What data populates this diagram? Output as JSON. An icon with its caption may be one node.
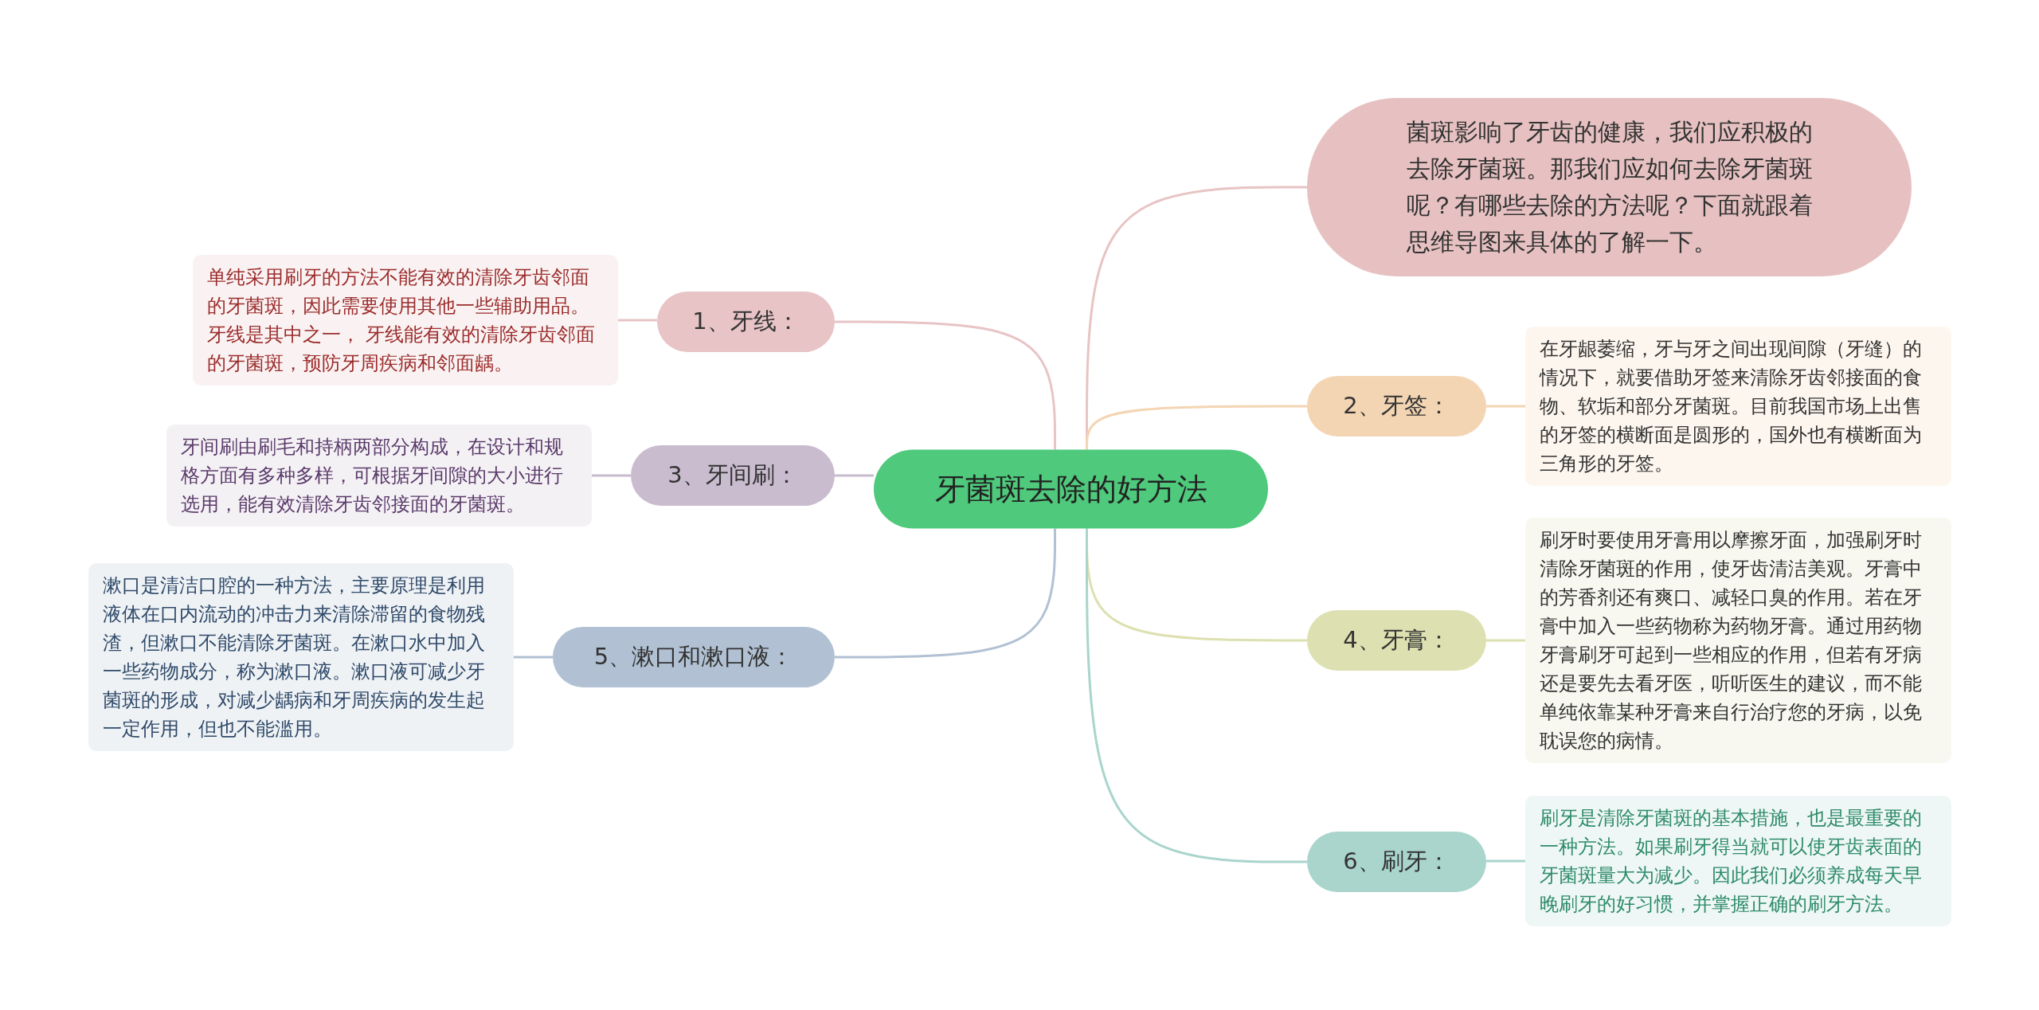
{
  "diagram": {
    "nodes": [
      {
        "text": [
          "牙菌斑去除的好方法"
        ]
      },
      {
        "text": [
          "菌斑影响了牙齿的健康，我们应积极的去除牙菌斑。那我们应如何去除牙菌斑呢？有哪些去除的方法呢？下面就跟着思维导图来具体的了解一下。"
        ]
      },
      {
        "text": [
          "1、牙线："
        ]
      },
      {
        "text": [
          "单纯采用刷牙的方法不能有效的清除牙齿邻面的牙菌斑，因此需要使用其他一些辅助用品。牙线是其中之一， 牙线能有效的清除牙齿邻面的牙菌斑，预防牙周疾病和邻面龋。"
        ]
      },
      {
        "text": [
          "2、牙签："
        ]
      },
      {
        "text": [
          "在牙龈萎缩，牙与牙之间出现间隙（牙缝）的情况下，就要借助牙签来清除牙齿邻接面的食物、软垢和部分牙菌斑。目前我国市场上出售的牙签的横断面是圆形的，国外也有横断面为三角形的牙签。"
        ]
      },
      {
        "text": [
          "3、牙间刷："
        ]
      },
      {
        "text": [
          "牙间刷由刷毛和持柄两部分构成，在设计和规格方面有多种多样，可根据牙间隙的大小进行选用，能有效清除牙齿邻接面的牙菌斑。"
        ]
      },
      {
        "text": [
          "4、牙膏："
        ]
      },
      {
        "text": [
          "刷牙时要使用牙膏用以摩擦牙面，加强刷牙时清除牙菌斑的作用，使牙齿清洁美观。牙膏中的芳香剂还有爽口、减轻口臭的作用。若在牙膏中加入一些药物称为药物牙膏。通过用药物牙膏刷牙可起到一些相应的作用，但若有牙病还是要先去看牙医，听听医生的建议，而不能单纯依靠某种牙膏来自行治疗您的牙病，以免耽误您的病情。"
        ]
      },
      {
        "text": [
          "5、漱口和漱口液："
        ]
      },
      {
        "text": [
          "漱口是清洁口腔的一种方法，主要原理是利用液体在口内流动的冲击力来清除滞留的食物残渣，但漱口不能清除牙菌斑。在漱口水中加入一些药物成分，称为漱口液。漱口液可减少牙菌斑的形成，对减少龋病和牙周疾病的发生起一定作用，但也不能滥用。"
        ]
      },
      {
        "text": [
          "6、刷牙："
        ]
      },
      {
        "text": [
          "刷牙是清除牙菌斑的基本措施，也是最重要的一种方法。如果刷牙得当就可以使牙齿表面的牙菌斑量大为减少。因此我们必须养成每天早晚刷牙的好习惯，并掌握正确的刷牙方法。"
        ]
      }
    ],
    "edges": [
      {
        "from": 0,
        "to": 1,
        "arrow": "none",
        "color": "#e8c4c4"
      },
      {
        "from": 0,
        "to": 2,
        "arrow": "none",
        "color": "#e8c4c6"
      },
      {
        "from": 2,
        "to": 3,
        "arrow": "none",
        "color": "#e8c4c6"
      },
      {
        "from": 0,
        "to": 4,
        "arrow": "none",
        "color": "#f3d5b3"
      },
      {
        "from": 4,
        "to": 5,
        "arrow": "none",
        "color": "#f3d5b3"
      },
      {
        "from": 0,
        "to": 6,
        "arrow": "none",
        "color": "#c9bccf"
      },
      {
        "from": 6,
        "to": 7,
        "arrow": "none",
        "color": "#c9bccf"
      },
      {
        "from": 0,
        "to": 8,
        "arrow": "none",
        "color": "#dde0b0"
      },
      {
        "from": 8,
        "to": 9,
        "arrow": "none",
        "color": "#dde0b0"
      },
      {
        "from": 0,
        "to": 10,
        "arrow": "none",
        "color": "#b1c1d3"
      },
      {
        "from": 10,
        "to": 11,
        "arrow": "none",
        "color": "#b1c1d3"
      },
      {
        "from": 0,
        "to": 12,
        "arrow": "none",
        "color": "#a9d5cc"
      },
      {
        "from": 12,
        "to": 13,
        "arrow": "none",
        "color": "#a9d5cc"
      }
    ]
  }
}
